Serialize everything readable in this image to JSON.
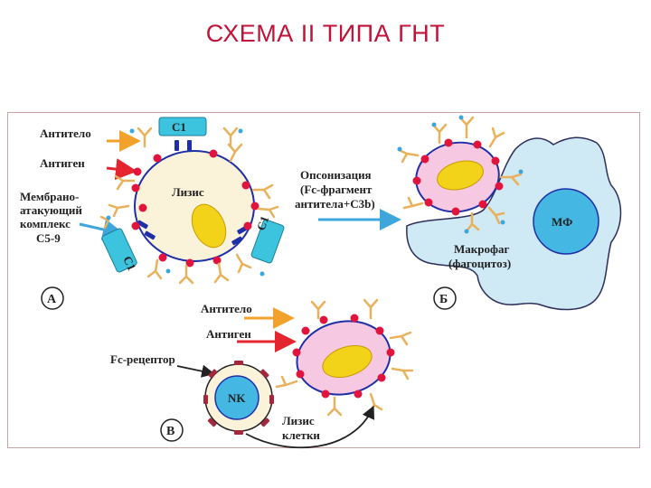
{
  "title": "СХЕМА II ТИПА ГНТ",
  "panel_a": {
    "label": "А",
    "antibody": "Антитело",
    "antigen": "Антиген",
    "mac_line1": "Мембрано-",
    "mac_line2": "атакующий",
    "mac_line3": "комплекс",
    "mac_line4": "С5-9",
    "lysis": "Лизис",
    "c1": "С1"
  },
  "panel_b": {
    "label": "Б",
    "opsonization_line1": "Опсонизация",
    "opsonization_line2": "(Fc-фрагмент",
    "opsonization_line3": "антитела+С3b)",
    "mf": "МФ",
    "macrophage_line1": "Макрофаг",
    "macrophage_line2": "(фагоцитоз)"
  },
  "panel_v": {
    "label": "В",
    "antibody": "Антитело",
    "antigen": "Антиген",
    "fc_receptor": "Fc-рецептор",
    "nk": "NK",
    "lysis_line1": "Лизис",
    "lysis_line2": "клетки"
  },
  "colors": {
    "title": "#c0133a",
    "cell_fill": "#fbf3d9",
    "cell_stroke": "#1f2fa8",
    "nucleus": "#f3d21a",
    "pink_cell": "#f7c8e2",
    "antigen_dot": "#e0143c",
    "antibody": "#e9b15a",
    "c1_box": "#3cc4df",
    "macrophage": "#cfe9f5",
    "arrow_orange": "#f2a22a",
    "arrow_red": "#e4242e",
    "arrow_blue": "#3da6dc"
  }
}
